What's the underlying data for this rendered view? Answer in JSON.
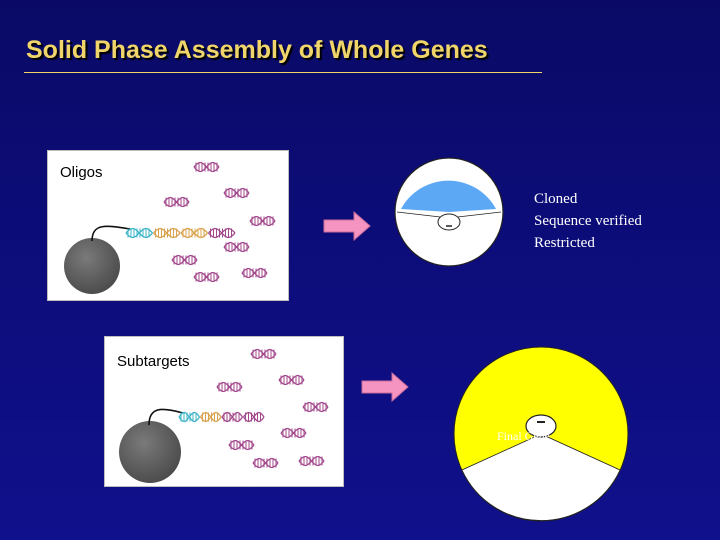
{
  "slide": {
    "title": "Solid Phase Assembly of Whole Genes"
  },
  "oligos_panel": {
    "label": "Oligos"
  },
  "subtargets_panel": {
    "label": "Subtargets"
  },
  "plasmid_notes": [
    "Cloned",
    "Sequence verified",
    "Restricted"
  ],
  "final_plasmid": {
    "label": "Final Gene"
  },
  "colors": {
    "title": "#f0d66a",
    "dna_loose": "#a34a8e",
    "dna_cyan": "#3cb4c8",
    "dna_orange": "#d9a24e",
    "plasmid_fill": "#5ca8f5",
    "final_fill": "#ffff00",
    "arrow": "#f593c1",
    "bead": "#555555"
  }
}
